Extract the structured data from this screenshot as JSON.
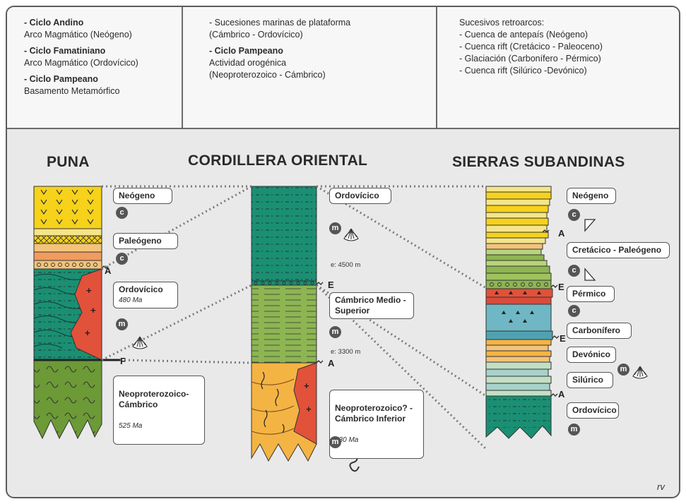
{
  "header": {
    "col1": [
      {
        "title": "- Ciclo Andino",
        "text": "Arco Magmático (Neógeno)"
      },
      {
        "title": "- Ciclo Famatiniano",
        "text": "Arco Magmático (Ordovícico)"
      },
      {
        "title": "- Ciclo Pampeano",
        "text": "Basamento Metamórfico"
      }
    ],
    "col2": {
      "line1": "- Sucesiones marinas de plataforma",
      "line2": "(Cámbrico - Ordovícico)",
      "title": "- Ciclo Pampeano",
      "text1": "Actividad orogénica",
      "text2": "(Neoproterozoico - Cámbrico)"
    },
    "col3": {
      "intro": "Sucesivos retroarcos:",
      "items": [
        "- Cuenca de antepaís (Neógeno)",
        "- Cuenca rift (Cretácico - Paleoceno)",
        "- Glaciación (Carbonífero - Pérmico)",
        "- Cuenca rift (Silúrico -Devónico)"
      ]
    }
  },
  "sections": {
    "puna": {
      "title": "PUNA",
      "labels": [
        {
          "name": "Neógeno",
          "badge": "c"
        },
        {
          "name": "Paleógeno",
          "badge": "c"
        },
        {
          "name": "Ordovícico",
          "age": "480 Ma",
          "badge": "m"
        },
        {
          "name": "Neoproterozoico-\nCámbrico",
          "age": "525 Ma"
        }
      ],
      "boundaries": [
        "A",
        "F"
      ]
    },
    "cordillera": {
      "title": "CORDILLERA ORIENTAL",
      "labels": [
        {
          "name": "Ordovícico",
          "badge": "m",
          "thickness": "e: 4500 m"
        },
        {
          "name": "Cámbrico Medio -\nSuperior",
          "badge": "m",
          "thickness": "e: 3300 m"
        },
        {
          "name": "Neoproterozoico? -\nCámbrico Inferior",
          "age": "530 Ma",
          "badge": "m"
        }
      ],
      "boundaries": [
        "E",
        "A"
      ]
    },
    "subandinas": {
      "title": "SIERRAS SUBANDINAS",
      "labels": [
        {
          "name": "Neógeno",
          "badge": "c"
        },
        {
          "name": "Cretácico - Paleógeno",
          "badge": "c"
        },
        {
          "name": "Pérmico",
          "badge": "c"
        },
        {
          "name": "Carbonífero"
        },
        {
          "name": "Devónico",
          "badge": "m"
        },
        {
          "name": "Silúrico"
        },
        {
          "name": "Ordovícico",
          "badge": "m"
        }
      ],
      "boundaries": [
        "A",
        "E",
        "E",
        "A"
      ]
    }
  },
  "signature": "rv"
}
